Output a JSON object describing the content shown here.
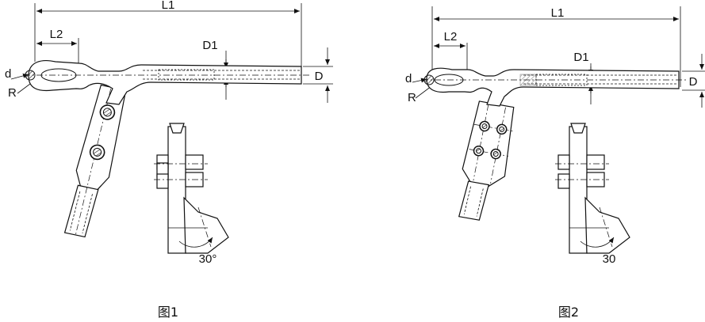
{
  "figure1": {
    "caption": "图1",
    "labels": {
      "L1": "L1",
      "L2": "L2",
      "D1": "D1",
      "D": "D",
      "d": "d",
      "R": "R",
      "angle": "30°"
    }
  },
  "figure2": {
    "caption": "图2",
    "labels": {
      "L1": "L1",
      "L2": "L2",
      "D1": "D1",
      "D": "D",
      "d": "d",
      "R": "R",
      "angle": "30"
    }
  }
}
